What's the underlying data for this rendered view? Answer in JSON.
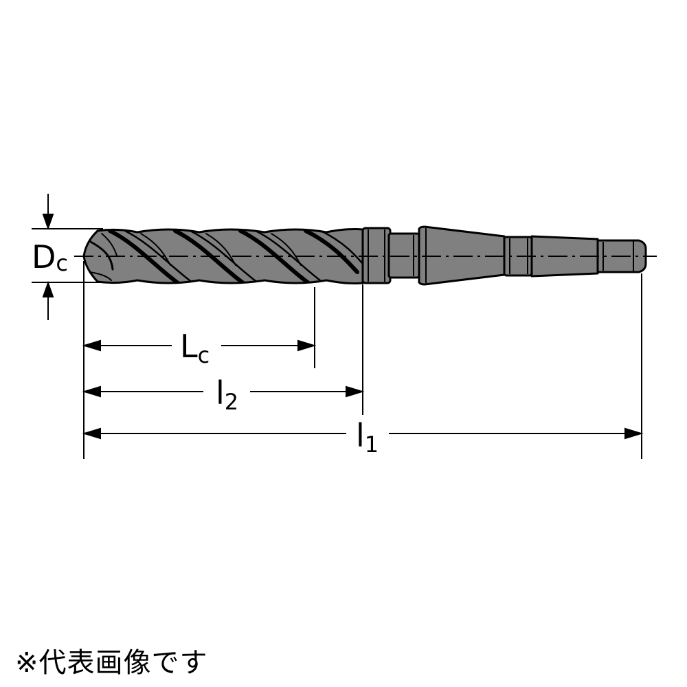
{
  "diagram": {
    "dimension_labels": {
      "dc": {
        "main": "D",
        "sub": "c"
      },
      "lc": {
        "main": "L",
        "sub": "c"
      },
      "l2": {
        "main": "l",
        "sub": "2"
      },
      "l1": {
        "main": "l",
        "sub": "1"
      }
    }
  },
  "caption": "※代表画像です",
  "colors": {
    "body_fill": "#808080",
    "line": "#000000",
    "background": "#ffffff"
  }
}
